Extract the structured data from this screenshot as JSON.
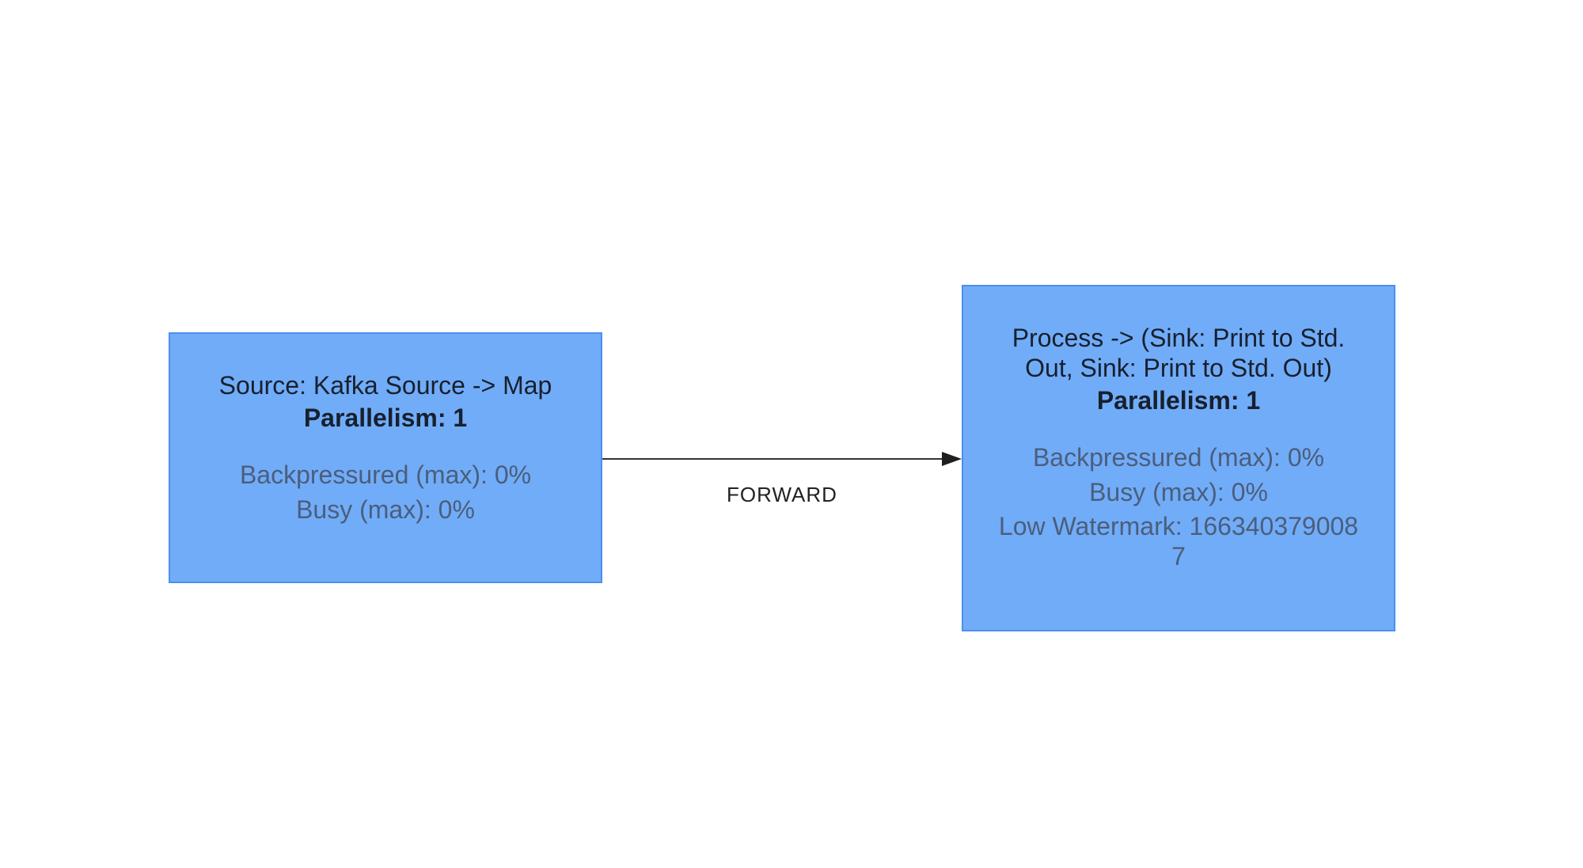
{
  "nodes": [
    {
      "id": "source",
      "title": "Source: Kafka Source -> Map",
      "parallelism": "Parallelism: 1",
      "metrics": [
        "Backpressured (max): 0%",
        "Busy (max): 0%"
      ]
    },
    {
      "id": "process",
      "title": "Process -> (Sink: Print to Std. Out, Sink: Print to Std. Out)",
      "parallelism": "Parallelism: 1",
      "metrics": [
        "Backpressured (max): 0%",
        "Busy (max): 0%"
      ],
      "low_watermark": "Low Watermark: 1663403790087"
    }
  ],
  "edges": [
    {
      "from": "source",
      "to": "process",
      "label": "FORWARD"
    }
  ],
  "colors": {
    "node_fill": "#71acf8",
    "node_border": "#4a8ff0",
    "title_text": "#17202e",
    "metric_text": "#4b5e7c",
    "edge": "#333333"
  }
}
